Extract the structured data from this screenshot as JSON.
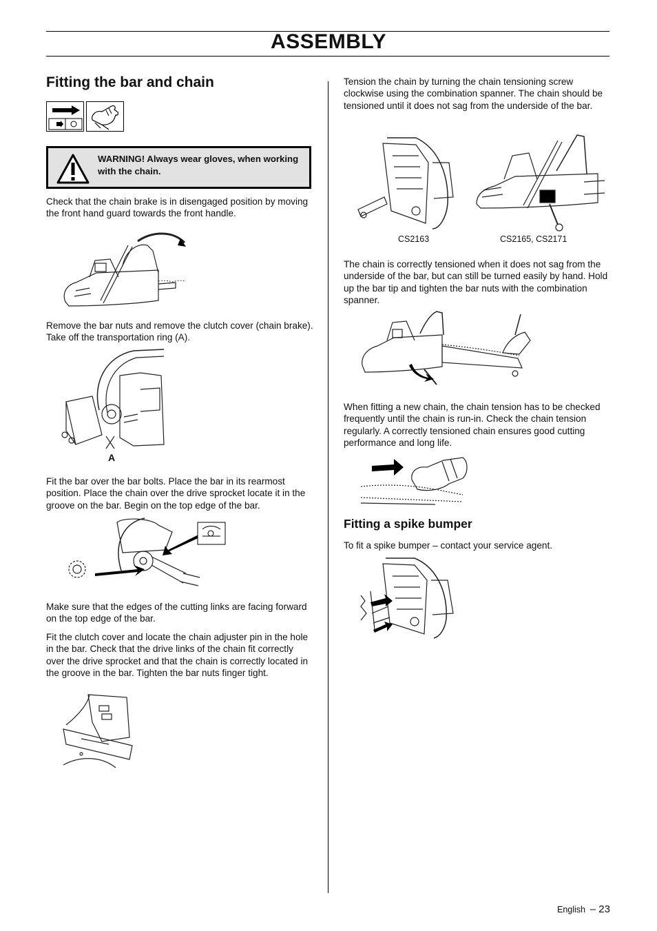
{
  "header": {
    "title": "ASSEMBLY"
  },
  "left": {
    "heading": "Fitting the bar and chain",
    "warning": "WARNING! Always wear gloves, when working with the chain.",
    "p1": "Check that the chain brake is in disengaged position by moving the front hand guard towards the front handle.",
    "p2": "Remove the bar nuts and remove the clutch cover (chain brake). Take off the transportation ring (A).",
    "label_a": "A",
    "p3": "Fit the bar over the bar bolts. Place the bar in its rearmost position. Place the chain over the drive sprocket locate it in the groove on the bar. Begin on the top edge of the bar.",
    "p4": "Make sure that the edges of the cutting links are facing forward on the top edge of the bar.",
    "p5": "Fit the clutch cover and locate the chain adjuster pin in the hole in the bar. Check that the drive links of the chain fit correctly over the drive sprocket and that the chain is correctly located in the groove in the bar. Tighten the bar nuts finger tight."
  },
  "right": {
    "p1": "Tension the chain by turning the chain tensioning screw clockwise using the combination spanner. The chain should be tensioned until it does not sag from the underside of the bar.",
    "cap1": "CS2163",
    "cap2": "CS2165, CS2171",
    "p2": "The chain is correctly tensioned when it does not sag from the underside of the bar, but can still be turned easily by hand. Hold up the bar tip and tighten the bar nuts with the combination spanner.",
    "p3": "When fitting a new chain, the chain tension has to be checked frequently until the chain is run-in. Check the chain tension regularly. A correctly tensioned chain ensures good cutting performance and long life.",
    "subheading": "Fitting a spike bumper",
    "p4": "To fit a spike bumper – contact your service agent."
  },
  "footer": {
    "language": "English",
    "page": "– 23"
  }
}
